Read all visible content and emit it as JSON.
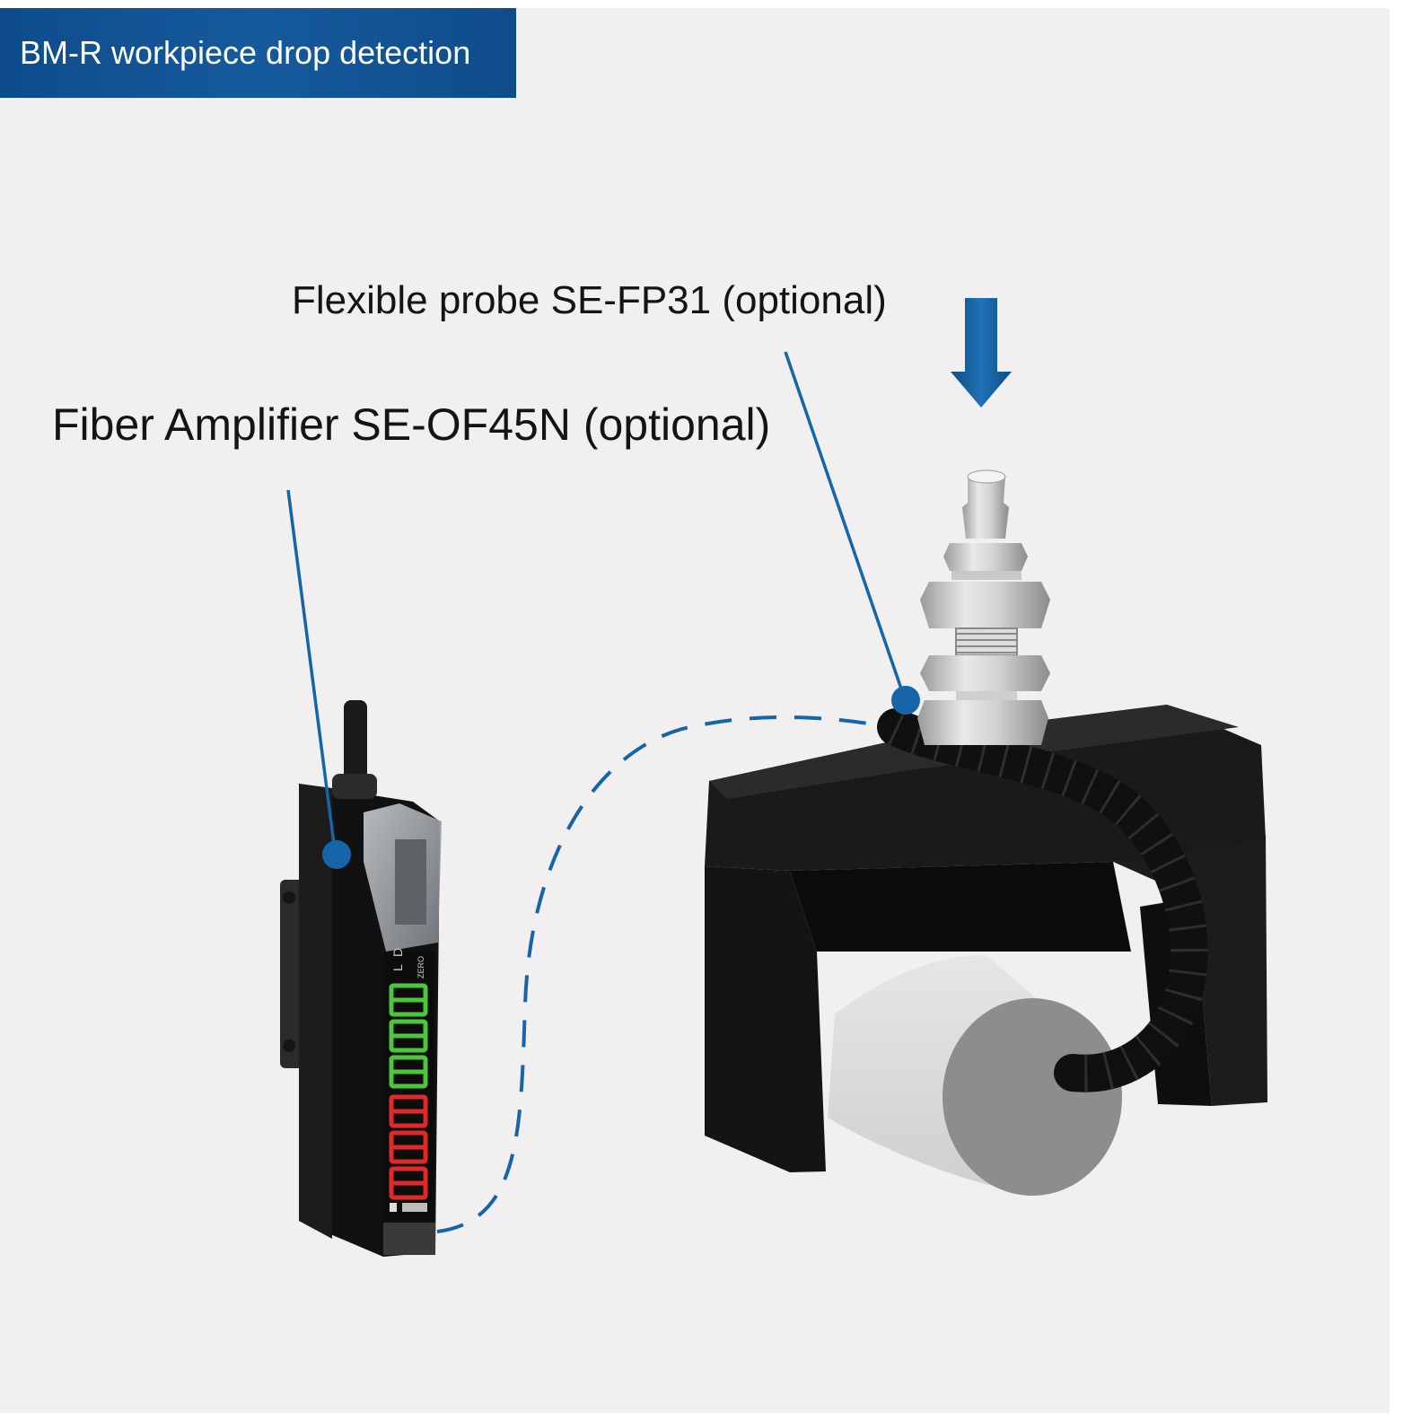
{
  "title": "BM-R workpiece drop detection",
  "labels": {
    "probe": "Flexible probe SE-FP31 (optional)",
    "amplifier": "Fiber Amplifier SE-OF45N (optional)"
  },
  "amplifier_panel": {
    "indicator_l": "L",
    "indicator_d": "D",
    "zero_key": "ZERO"
  },
  "colors": {
    "accent": "#1565a8",
    "banner": "#155a9c",
    "background": "#f1eff0",
    "display_green": "#4cc63a",
    "display_red": "#e02a2a"
  },
  "icons": [
    "down-arrow-icon",
    "callout-dot-icon"
  ]
}
